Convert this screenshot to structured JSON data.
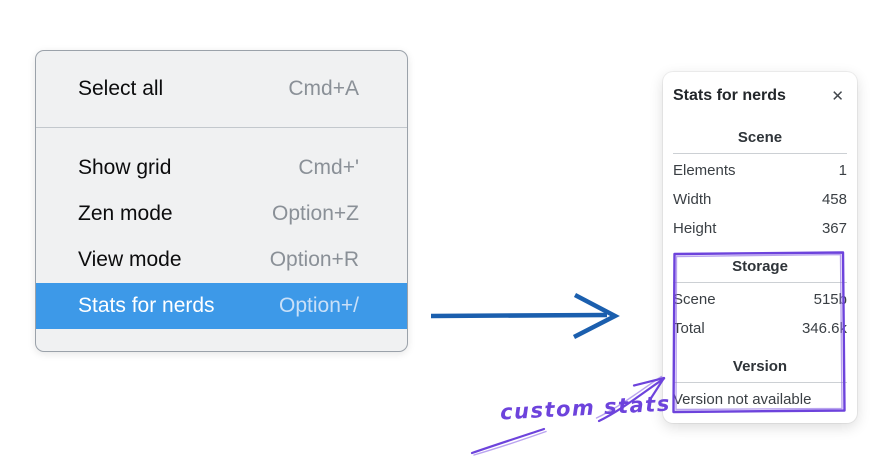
{
  "menu": {
    "items": [
      {
        "label": "Select all",
        "shortcut": "Cmd+A",
        "highlighted": false
      },
      {
        "label": "Show grid",
        "shortcut": "Cmd+'",
        "highlighted": false
      },
      {
        "label": "Zen mode",
        "shortcut": "Option+Z",
        "highlighted": false
      },
      {
        "label": "View mode",
        "shortcut": "Option+R",
        "highlighted": false
      },
      {
        "label": "Stats for nerds",
        "shortcut": "Option+/",
        "highlighted": true
      }
    ],
    "highlight_color": "#3d99e8"
  },
  "stats_panel": {
    "title": "Stats for nerds",
    "close_icon": "✕",
    "sections": [
      {
        "heading": "Scene",
        "rows": [
          {
            "label": "Elements",
            "value": "1"
          },
          {
            "label": "Width",
            "value": "458"
          },
          {
            "label": "Height",
            "value": "367"
          }
        ]
      },
      {
        "heading": "Storage",
        "rows": [
          {
            "label": "Scene",
            "value": "515b"
          },
          {
            "label": "Total",
            "value": "346.6k"
          }
        ]
      },
      {
        "heading": "Version",
        "note": "Version not available"
      }
    ]
  },
  "annotations": {
    "label": "custom stats",
    "label_color": "#6d43dc",
    "highlight_box_color": "#6d43dc",
    "pointer_arrow_color": "#1b5fae"
  }
}
